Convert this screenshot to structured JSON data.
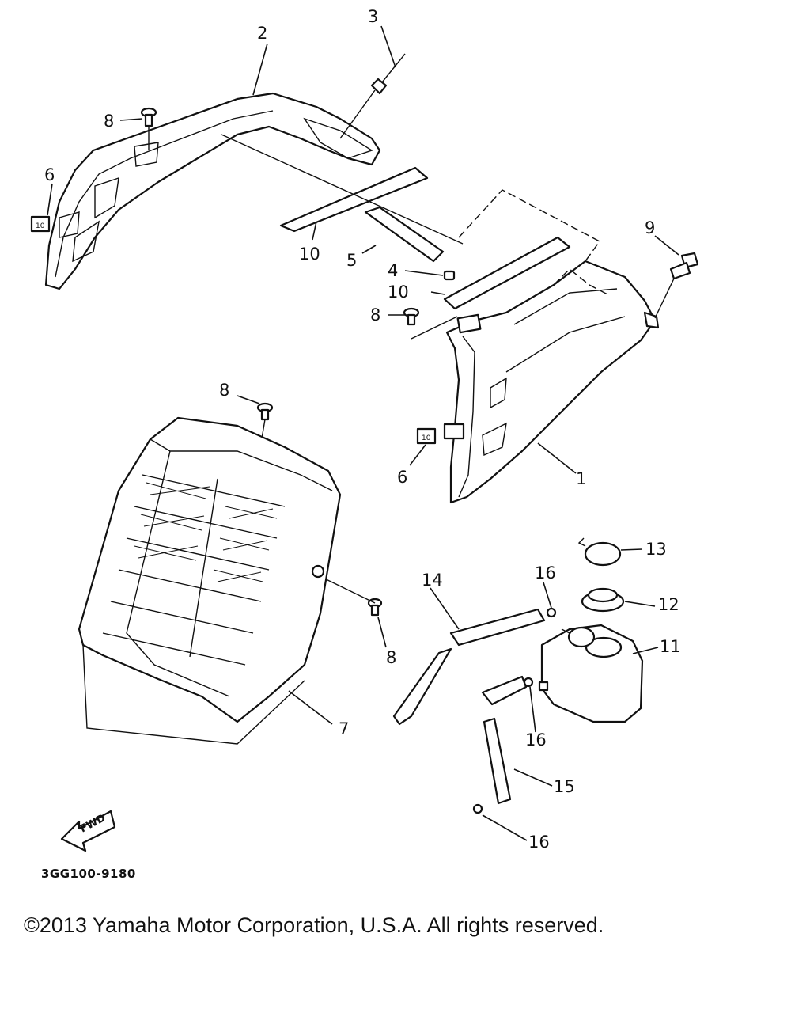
{
  "diagram": {
    "code": "3GG100-9180",
    "copyright": "©2013 Yamaha Motor Corporation, U.S.A. All rights reserved.",
    "fwd_label": "FWD",
    "callouts": [
      "1",
      "2",
      "3",
      "4",
      "5",
      "6",
      "6",
      "7",
      "8",
      "8",
      "8",
      "8",
      "9",
      "10",
      "10",
      "11",
      "12",
      "13",
      "14",
      "15",
      "16",
      "16",
      "16"
    ]
  }
}
